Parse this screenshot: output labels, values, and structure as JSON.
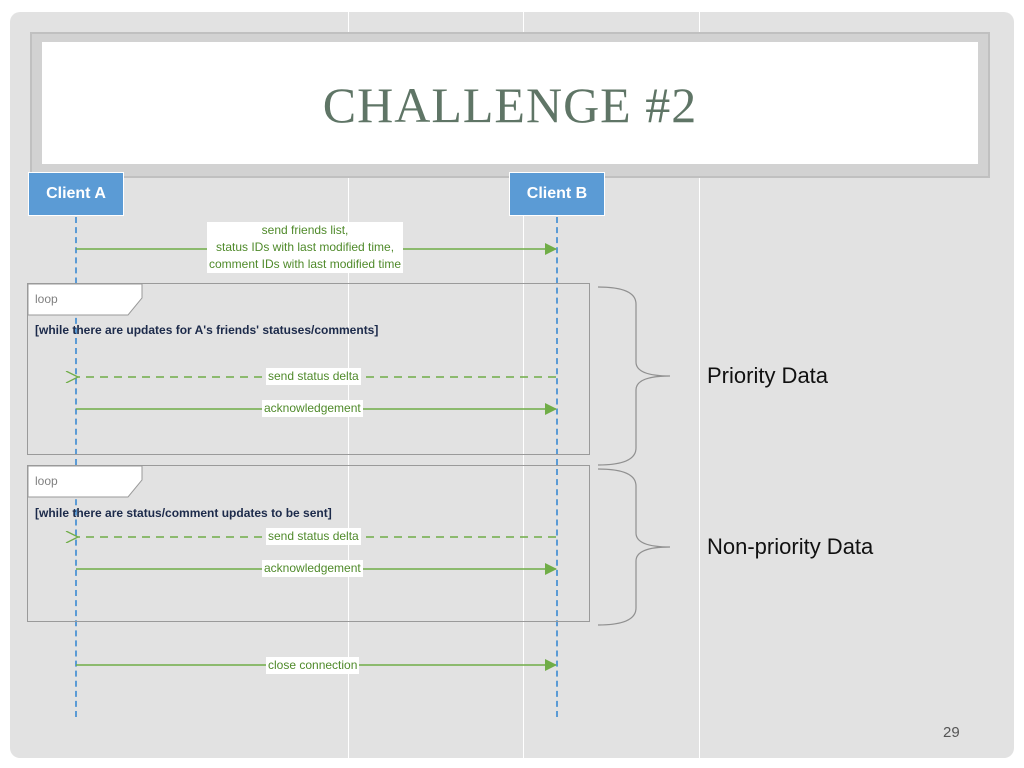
{
  "slide": {
    "title": "CHALLENGE #2",
    "page_number": "29"
  },
  "actors": {
    "client_a": "Client A",
    "client_b": "Client B"
  },
  "messages": {
    "send_friends_list_line1": "send friends list,",
    "send_friends_list_line2": "status IDs with last modified time,",
    "send_friends_list_line3": "comment IDs with last modified time",
    "loop1_delta": "send status delta",
    "loop1_ack": "acknowledgement",
    "loop2_delta": "send status delta",
    "loop2_ack": "acknowledgement",
    "close": "close connection"
  },
  "loops": {
    "loop1_tag": "loop",
    "loop1_guard": "[while there are updates for A's friends' statuses/comments]",
    "loop2_tag": "loop",
    "loop2_guard": "[while there are status/comment updates to be sent]"
  },
  "annotations": {
    "priority": "Priority Data",
    "non_priority": "Non-priority Data"
  },
  "colors": {
    "slide_bg": "#e2e2e2",
    "title_text": "#5f7566",
    "actor_fill": "#5b9bd5",
    "lifeline": "#5b9bd5",
    "message_line": "#70ad47",
    "message_text": "#4f8a2a",
    "loop_border": "#9a9a9a",
    "brace": "#909090"
  }
}
